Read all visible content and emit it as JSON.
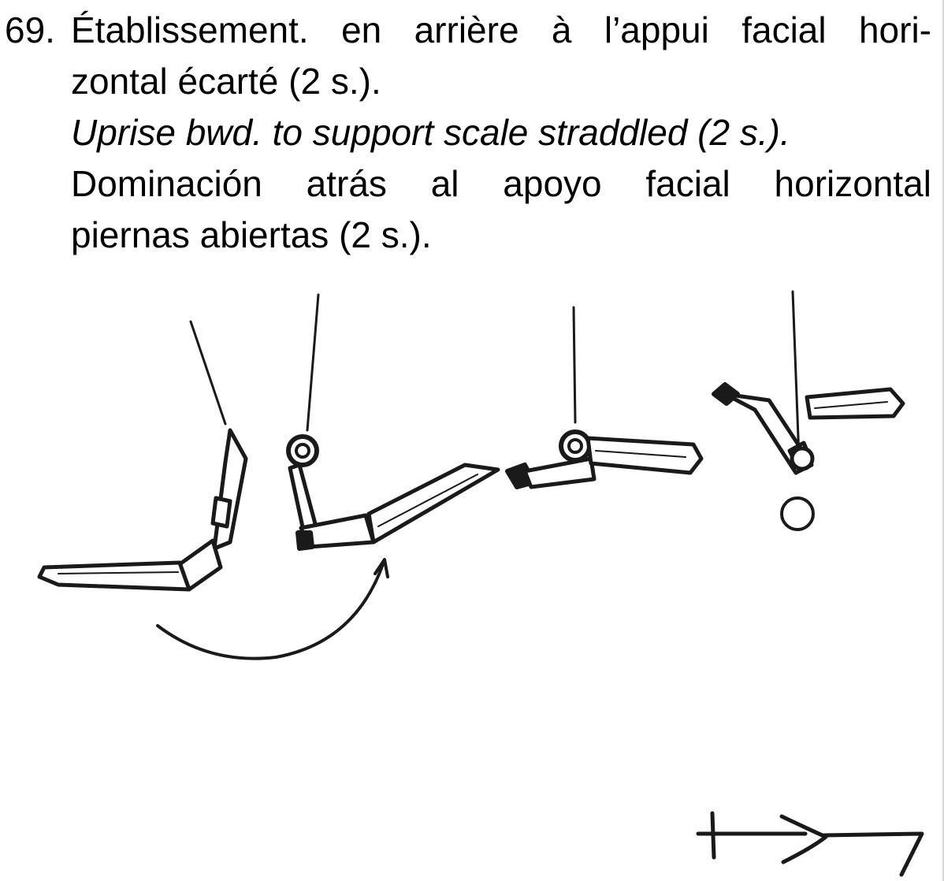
{
  "entry": {
    "number": "69.",
    "french_line1": "Établissement. en arrière à l’appui facial hori-",
    "french_line2": "zontal écarté (2 s.).",
    "english_line": "Uprise bwd. to support scale straddled (2 s.).",
    "spanish_line1": "Dominación atrás al apoyo facial horizontal",
    "spanish_line2": "piernas abiertas (2 s.)."
  },
  "figure": {
    "phases": 4,
    "motion_arrow": "curved-arrow",
    "end_marker": "circle"
  },
  "symbol": {
    "type": "handwritten-notation"
  },
  "colors": {
    "ink": "#1a1a1a",
    "edge": "#d8d8d8"
  }
}
